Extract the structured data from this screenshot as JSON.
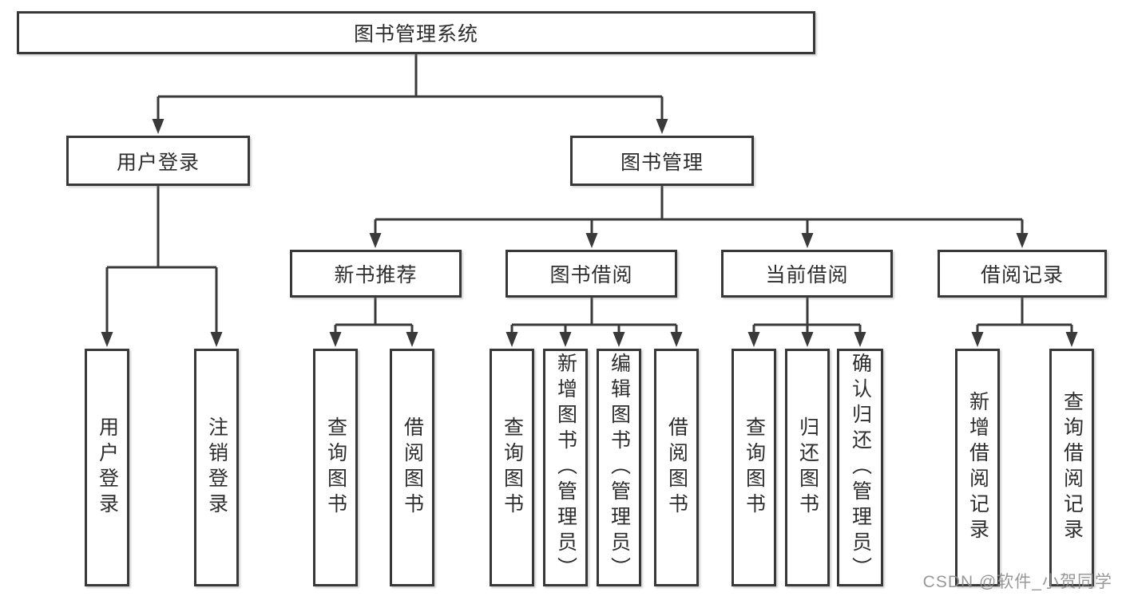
{
  "tree": {
    "label": "图书管理系统",
    "children": [
      {
        "label": "用户登录",
        "children": [
          {
            "label": "用户登录"
          },
          {
            "label": "注销登录"
          }
        ]
      },
      {
        "label": "图书管理",
        "children": [
          {
            "label": "新书推荐",
            "children": [
              {
                "label": "查询图书"
              },
              {
                "label": "借阅图书"
              }
            ]
          },
          {
            "label": "图书借阅",
            "children": [
              {
                "label": "查询图书"
              },
              {
                "label": "新增图书（管理员）"
              },
              {
                "label": "编辑图书（管理员）"
              },
              {
                "label": "借阅图书"
              }
            ]
          },
          {
            "label": "当前借阅",
            "children": [
              {
                "label": "查询图书"
              },
              {
                "label": "归还图书"
              },
              {
                "label": "确认归还（管理员）"
              }
            ]
          },
          {
            "label": "借阅记录",
            "children": [
              {
                "label": "新增借阅记录"
              },
              {
                "label": "查询借阅记录"
              }
            ]
          }
        ]
      }
    ]
  },
  "watermark": "CSDN @软件_小贺同学",
  "colors": {
    "line": "#3a3a3a",
    "border": "#383838",
    "text": "#2d2d2d",
    "bg": "#ffffff",
    "wm": "#8d8d8d"
  }
}
